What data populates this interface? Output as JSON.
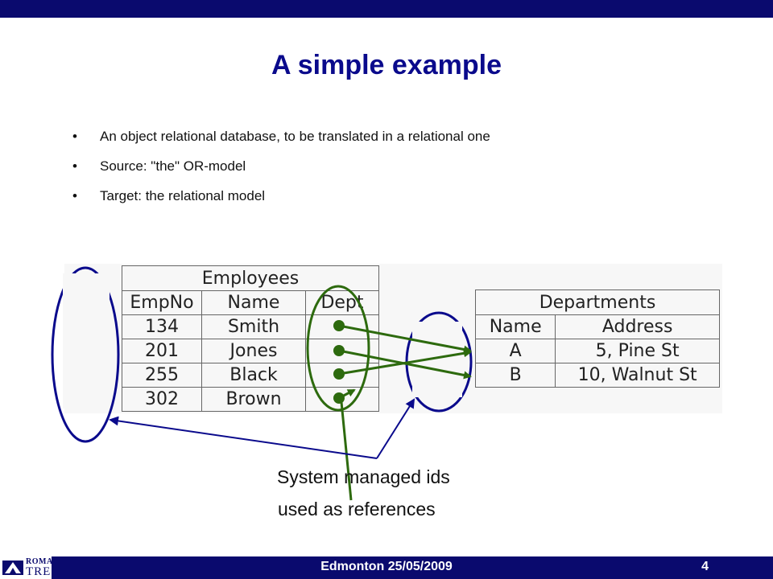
{
  "slide": {
    "title": "A simple example",
    "bullets": [
      "An object relational database, to be translated in a relational one",
      "Source: \"the\" OR-model",
      "Target: the relational model"
    ]
  },
  "employees_table": {
    "caption": "Employees",
    "headers": [
      "EmpNo",
      "Name",
      "Dept"
    ],
    "rows": [
      [
        "134",
        "Smith"
      ],
      [
        "201",
        "Jones"
      ],
      [
        "255",
        "Black"
      ],
      [
        "302",
        "Brown"
      ]
    ]
  },
  "departments_table": {
    "caption": "Departments",
    "headers": [
      "Name",
      "Address"
    ],
    "rows": [
      [
        "A",
        "5, Pine St"
      ],
      [
        "B",
        "10, Walnut St"
      ]
    ]
  },
  "annotation": {
    "line1": "System managed ids",
    "line2": "used as references"
  },
  "footer": {
    "logo_top": "ROMA",
    "logo_bottom": "TRE",
    "text": "Edmonton 25/05/2009",
    "page_number": "4"
  },
  "colors": {
    "brand": "#0a0a6e",
    "title": "#0a0a8c",
    "reference_green": "#2d6a0e",
    "id_ellipse_blue": "#0a0a8c"
  }
}
